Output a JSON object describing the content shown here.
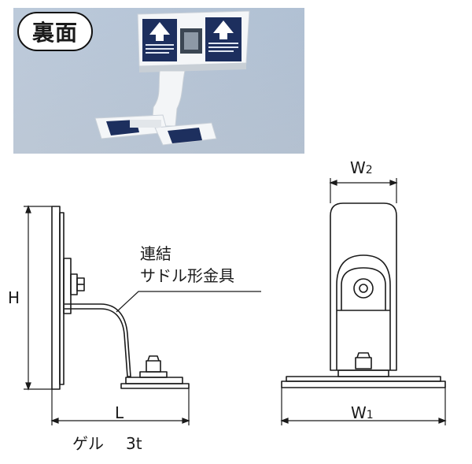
{
  "photo": {
    "badge_text": "裏面"
  },
  "drawing": {
    "callout_line1": "連結",
    "callout_line2": "サドル形金具",
    "dim_h": "H",
    "dim_l": "L",
    "dim_w2_main": "W",
    "dim_w2_sub": "2",
    "dim_w1_main": "W",
    "dim_w1_sub": "1",
    "gel_label": "ゲル",
    "gel_thickness": "3t"
  }
}
